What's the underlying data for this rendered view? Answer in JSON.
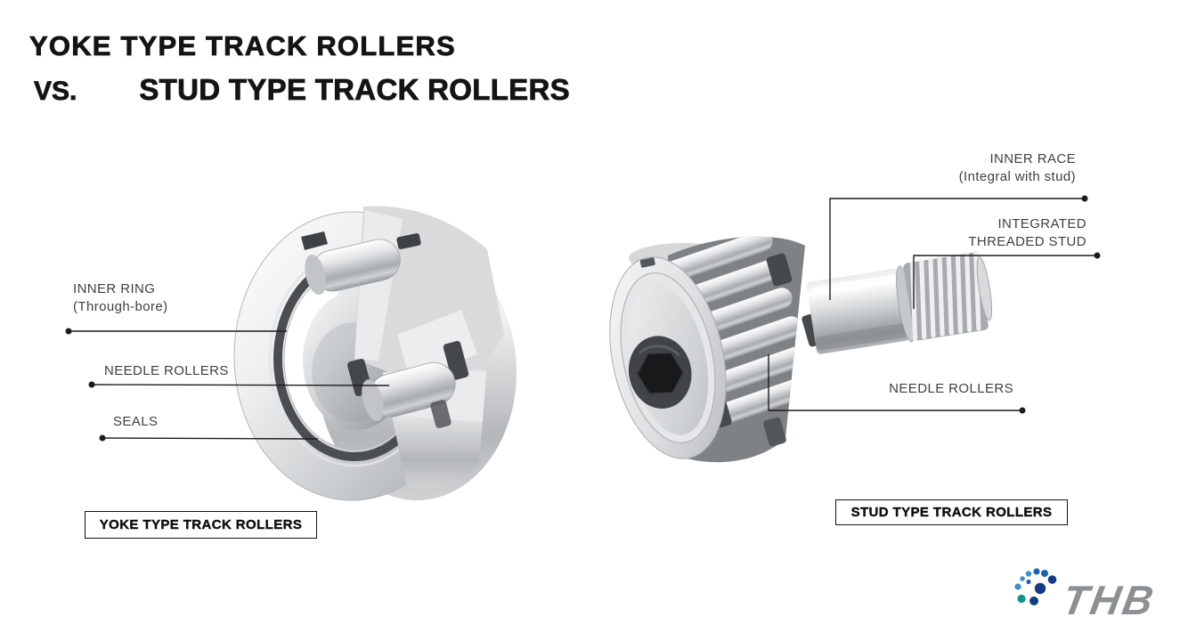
{
  "title": {
    "line1": "YOKE TYPE TRACK ROLLERS",
    "vs": "VS.",
    "line2": "STUD TYPE TRACK ROLLERS"
  },
  "yoke": {
    "caption": "YOKE TYPE TRACK ROLLERS",
    "labels": {
      "inner_ring_1": "INNER RING",
      "inner_ring_2": "(Through-bore)",
      "needle_rollers": "NEEDLE ROLLERS",
      "seals": "SEALS"
    }
  },
  "stud": {
    "caption": "STUD TYPE TRACK ROLLERS",
    "labels": {
      "inner_race_1": "INNER RACE",
      "inner_race_2": "(Integral with stud)",
      "threaded_stud_1": "INTEGRATED",
      "threaded_stud_2": "THREADED STUD",
      "needle_rollers": "NEEDLE ROLLERS"
    }
  },
  "logo": {
    "text": "THB"
  },
  "palette": {
    "title-color": "#141414",
    "label-color": "#3f3f3f",
    "line-color": "#1c1c1c",
    "caption-border": "#131313",
    "logo-gray": "#8c9093",
    "logo-blue-light": "#3c8fd4",
    "logo-blue": "#1d63b5",
    "logo-navy": "#123c85",
    "logo-teal": "#0c9488",
    "metal-light": "#f2f3f4",
    "metal-mid": "#c8cbcd",
    "metal-deep": "#8b8f92",
    "metal-dark": "#4b4e51"
  }
}
